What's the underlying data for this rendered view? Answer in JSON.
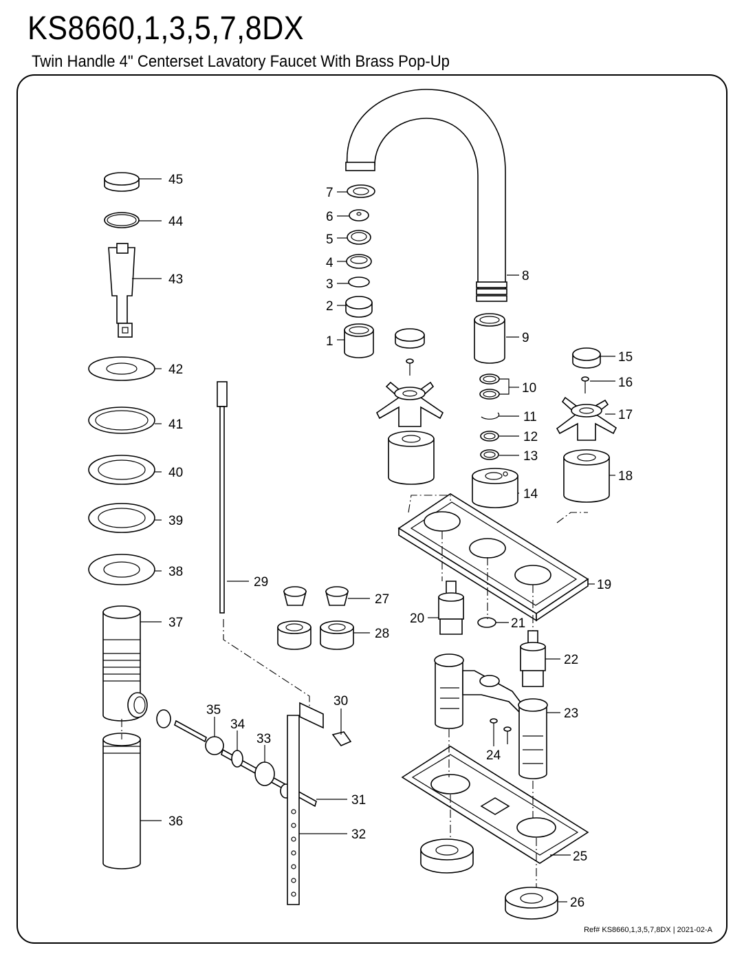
{
  "title": "KS8660,1,3,5,7,8DX",
  "subtitle": "Twin Handle 4\" Centerset Lavatory Faucet With Brass Pop-Up",
  "reference": "Ref# KS8660,1,3,5,7,8DX | 2021-02-A",
  "callouts": [
    {
      "n": "1"
    },
    {
      "n": "2"
    },
    {
      "n": "3"
    },
    {
      "n": "4"
    },
    {
      "n": "5"
    },
    {
      "n": "6"
    },
    {
      "n": "7"
    },
    {
      "n": "8"
    },
    {
      "n": "9"
    },
    {
      "n": "10"
    },
    {
      "n": "11"
    },
    {
      "n": "12"
    },
    {
      "n": "13"
    },
    {
      "n": "14"
    },
    {
      "n": "15"
    },
    {
      "n": "16"
    },
    {
      "n": "17"
    },
    {
      "n": "18"
    },
    {
      "n": "19"
    },
    {
      "n": "20"
    },
    {
      "n": "21"
    },
    {
      "n": "22"
    },
    {
      "n": "23"
    },
    {
      "n": "24"
    },
    {
      "n": "25"
    },
    {
      "n": "26"
    },
    {
      "n": "27"
    },
    {
      "n": "28"
    },
    {
      "n": "29"
    },
    {
      "n": "30"
    },
    {
      "n": "31"
    },
    {
      "n": "32"
    },
    {
      "n": "33"
    },
    {
      "n": "34"
    },
    {
      "n": "35"
    },
    {
      "n": "36"
    },
    {
      "n": "37"
    },
    {
      "n": "38"
    },
    {
      "n": "39"
    },
    {
      "n": "40"
    },
    {
      "n": "41"
    },
    {
      "n": "42"
    },
    {
      "n": "43"
    },
    {
      "n": "44"
    },
    {
      "n": "45"
    }
  ]
}
